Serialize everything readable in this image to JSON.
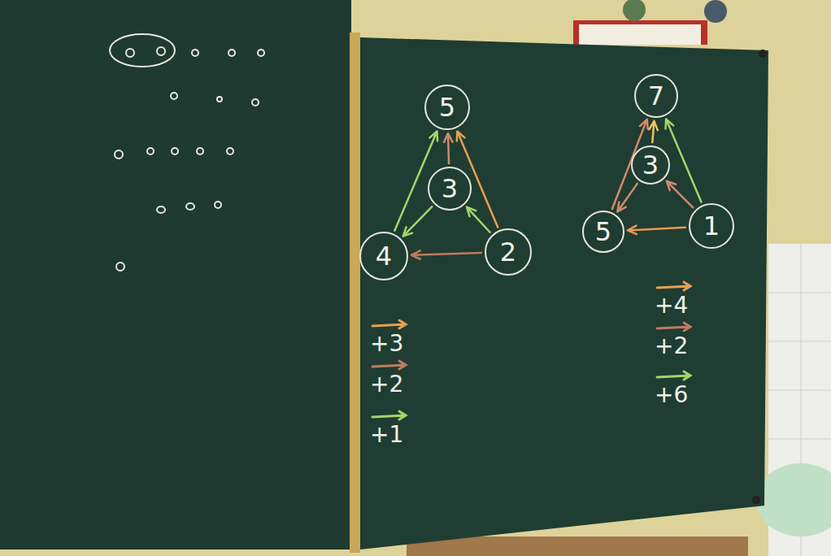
{
  "diagram": {
    "nodes": [
      {
        "text": [
          "5"
        ]
      },
      {
        "text": [
          "3"
        ]
      },
      {
        "text": [
          "4"
        ]
      },
      {
        "text": [
          "2"
        ]
      },
      {
        "text": [
          "7"
        ]
      },
      {
        "text": [
          "3"
        ]
      },
      {
        "text": [
          "5"
        ]
      },
      {
        "text": [
          "1"
        ]
      }
    ],
    "edges": [
      {
        "from": 2,
        "to": 0,
        "arrow": "to"
      },
      {
        "from": 3,
        "to": 0,
        "arrow": "to"
      },
      {
        "from": 1,
        "to": 0,
        "arrow": "to"
      },
      {
        "from": 3,
        "to": 1,
        "arrow": "to"
      },
      {
        "from": 1,
        "to": 2,
        "arrow": "to"
      },
      {
        "from": 3,
        "to": 2,
        "arrow": "to"
      },
      {
        "from": 6,
        "to": 4,
        "arrow": "to"
      },
      {
        "from": 5,
        "to": 4,
        "arrow": "to"
      },
      {
        "from": 7,
        "to": 4,
        "arrow": "to"
      },
      {
        "from": 7,
        "to": 5,
        "arrow": "to"
      },
      {
        "from": 5,
        "to": 6,
        "arrow": "to"
      },
      {
        "from": 7,
        "to": 6,
        "arrow": "to"
      }
    ],
    "legend": [
      {
        "text": "+3"
      },
      {
        "text": "+2"
      },
      {
        "text": "+1"
      },
      {
        "text": "+4"
      },
      {
        "text": "+2"
      },
      {
        "text": "+6"
      }
    ]
  }
}
